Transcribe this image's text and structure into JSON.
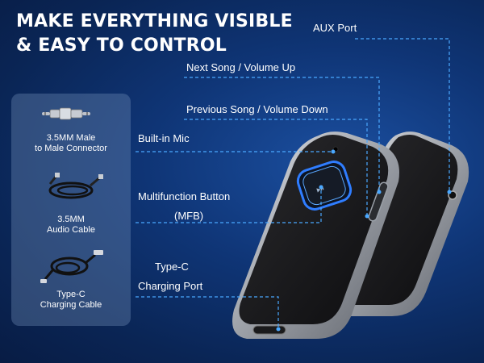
{
  "headline": {
    "line1": "MAKE EVERYTHING VISIBLE",
    "line2": "& EASY TO CONTROL"
  },
  "accessories": [
    {
      "icon": "aux-connector-icon",
      "line1": "3.5MM Male",
      "line2": "to Male Connector"
    },
    {
      "icon": "audio-cable-icon",
      "line1": "3.5MM",
      "line2": "Audio Cable"
    },
    {
      "icon": "typec-cable-icon",
      "line1": "Type-C",
      "line2": "Charging Cable"
    }
  ],
  "callouts": {
    "aux_port": "AUX Port",
    "next_song": "Next Song / Volume Up",
    "prev_song": "Previous Song / Volume Down",
    "built_in_mic": "Built-in Mic",
    "mfb_line1": "Multifunction Button",
    "mfb_line2": "(MFB)",
    "typec_line1": "Type-C",
    "typec_line2": "Charging Port"
  },
  "colors": {
    "background": "#0f3576",
    "callout_line": "#4aa8ff",
    "button_glow": "#2f7dff",
    "device_body": "#1a1a1c",
    "device_frame": "#b9bcc2"
  }
}
